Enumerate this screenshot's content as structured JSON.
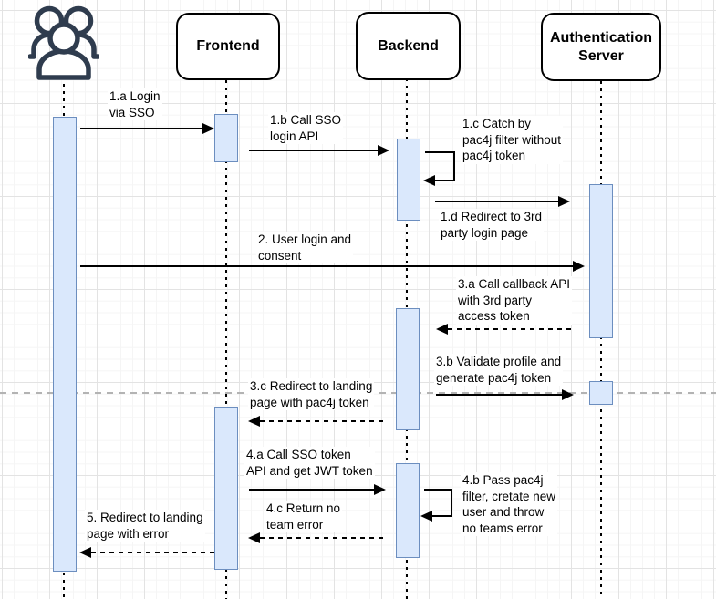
{
  "diagram": {
    "type": "uml-sequence-diagram",
    "participants": [
      {
        "id": "user",
        "label": "",
        "icon": "users-group-icon"
      },
      {
        "id": "frontend",
        "label": "Frontend"
      },
      {
        "id": "backend",
        "label": "Backend"
      },
      {
        "id": "auth_server",
        "label": "Authentication Server"
      }
    ],
    "messages": {
      "1a": "1.a Login\nvia SSO",
      "1b": "1.b Call SSO\nlogin API",
      "1c": "1.c Catch by\npac4j filter without\npac4j token",
      "1d": "1.d Redirect to 3rd\nparty login page",
      "2": "2. User login and\nconsent",
      "3a": "3.a Call callback API\nwith 3rd party\naccess token",
      "3b": "3.b Validate profile and\ngenerate pac4j token",
      "3c": "3.c Redirect to landing\npage with pac4j token",
      "4a": "4.a Call SSO token\nAPI and get JWT token",
      "4b": "4.b Pass pac4j\nfilter, cretate new\nuser and throw\nno teams error",
      "4c": "4.c Return no\nteam error",
      "5": "5. Redirect to landing\npage with error"
    },
    "colors": {
      "activation_fill": "#dae8fc",
      "activation_border": "#6c8ebf",
      "actor_icon": "#2f3c4e",
      "message_line": "#000000",
      "page_break_line": "#b3b3b3",
      "grid_minor": "#f5f5f5",
      "grid_major": "#e3e3e3"
    }
  }
}
